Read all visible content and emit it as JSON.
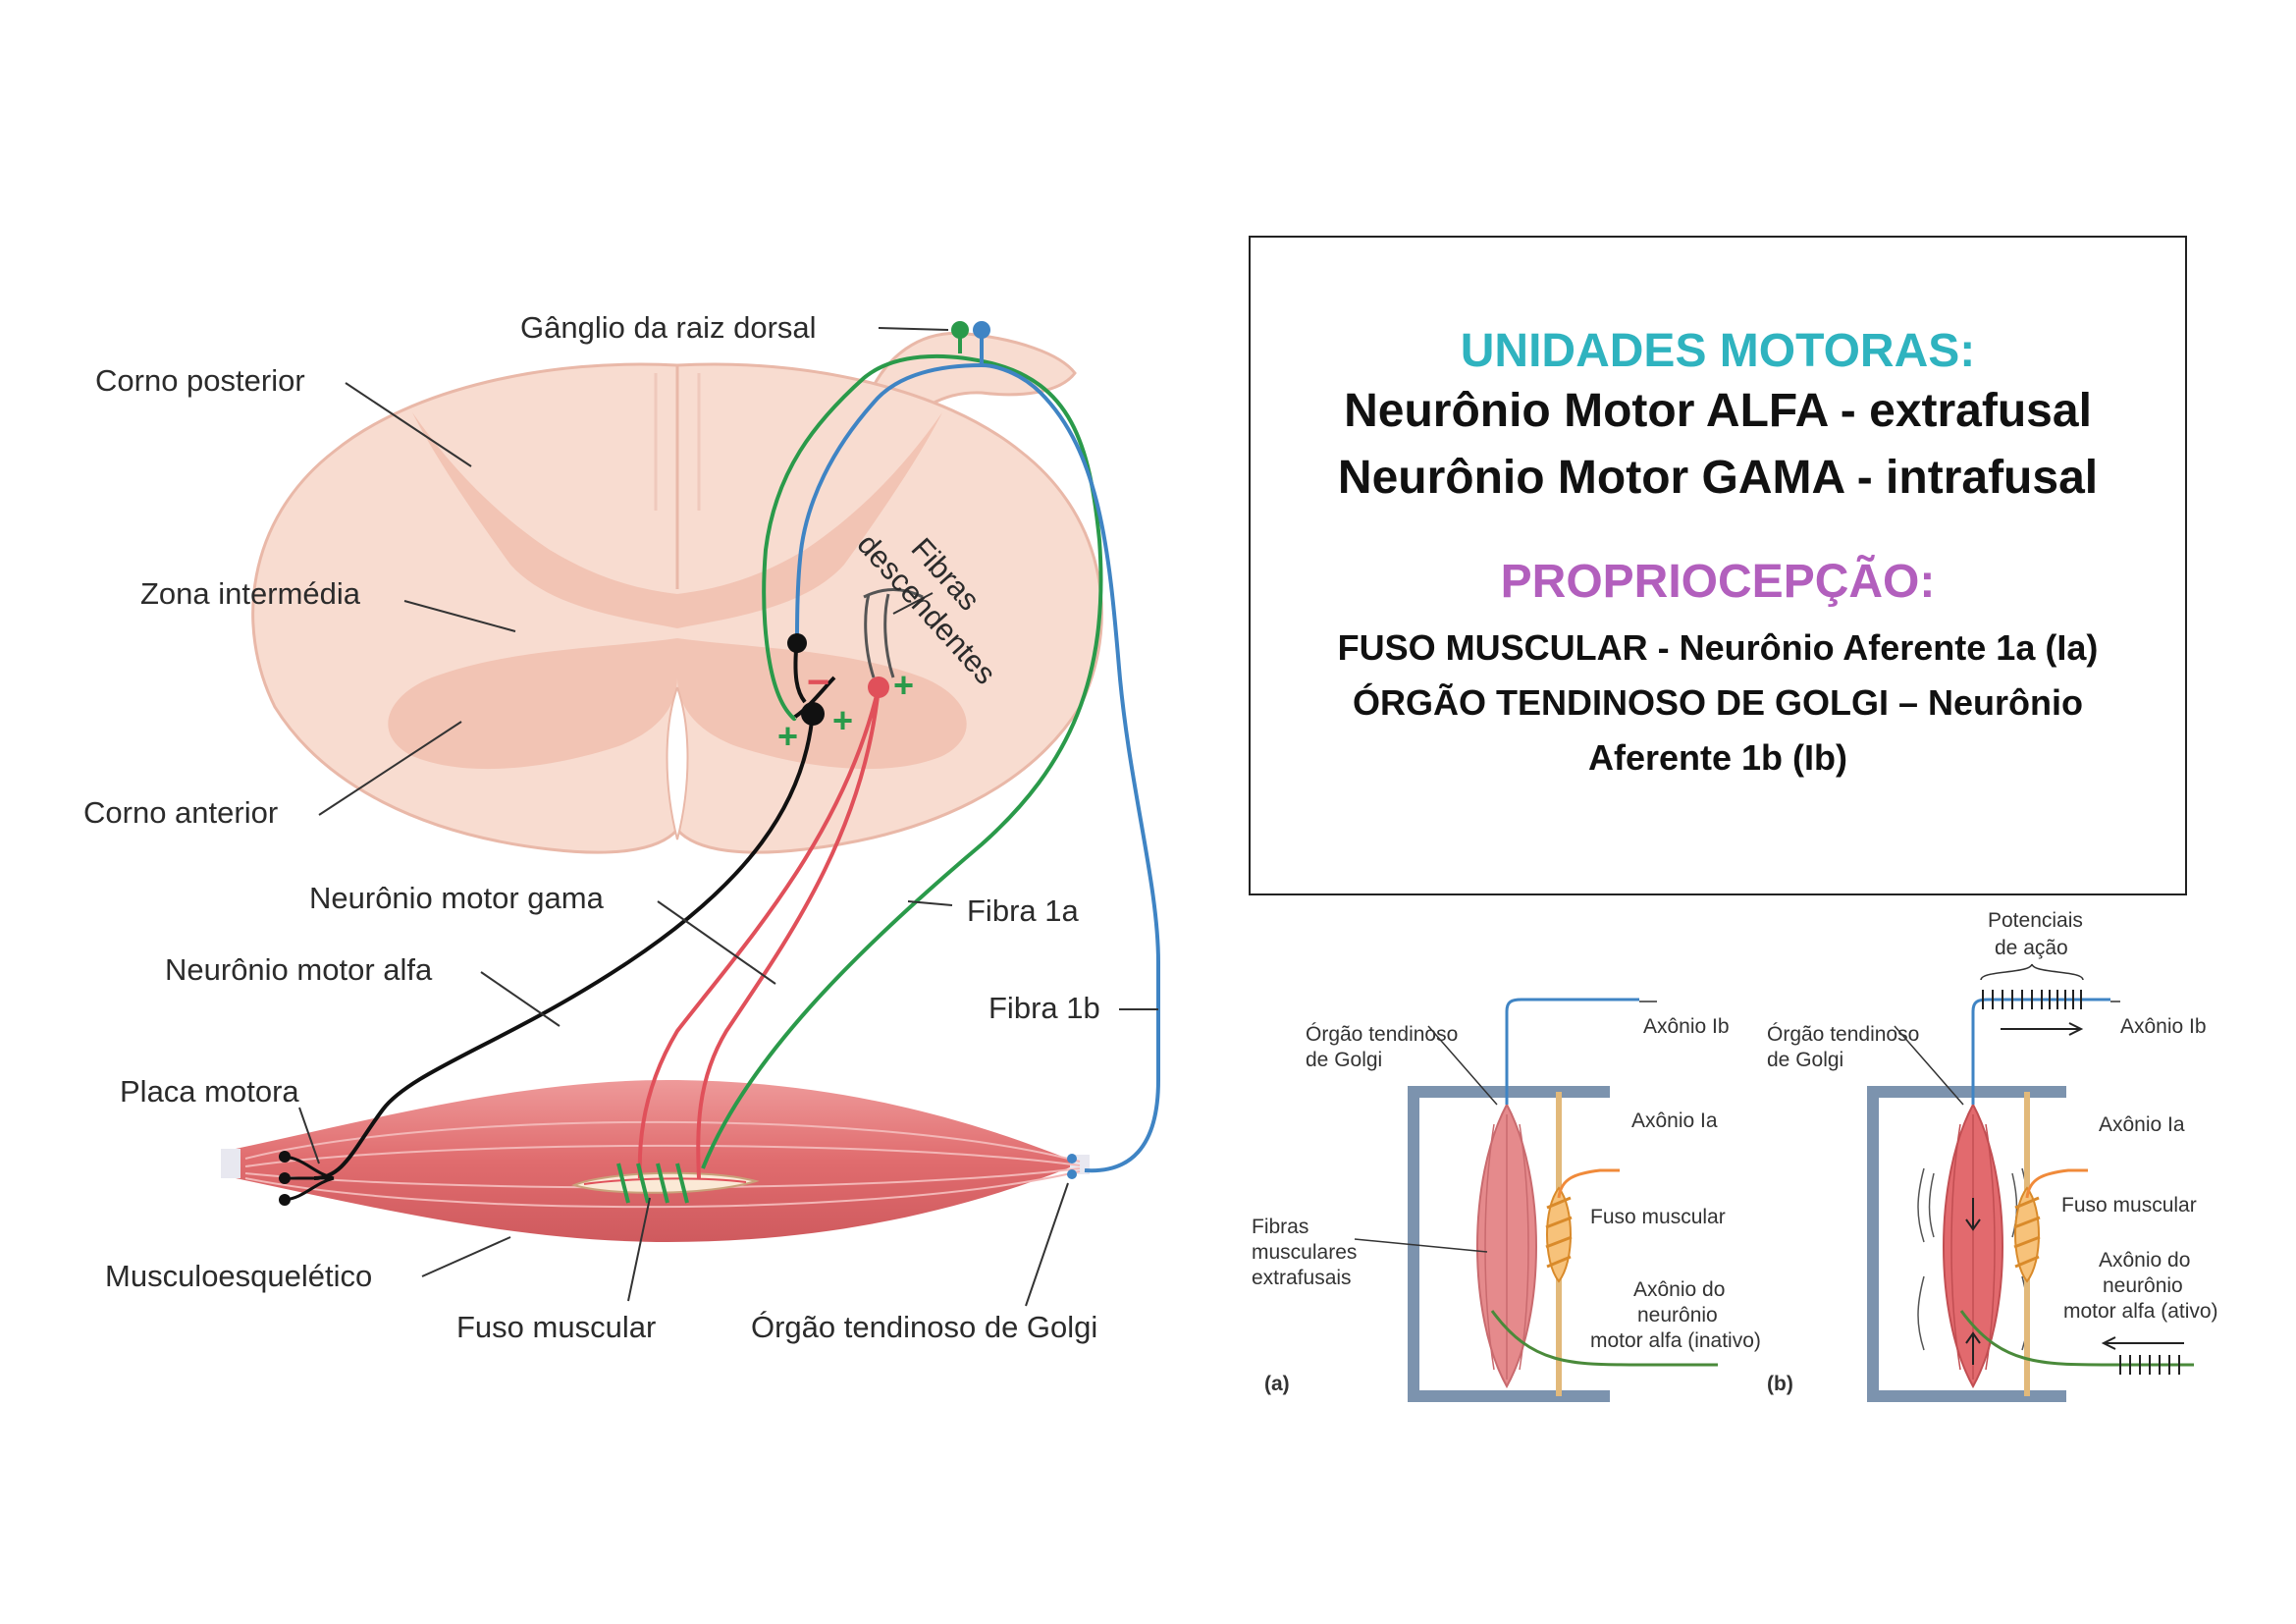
{
  "diagram_labels": {
    "ganglio": "Gânglio da raiz dorsal",
    "corno_posterior": "Corno posterior",
    "zona_intermedia": "Zona intermédia",
    "corno_anterior": "Corno anterior",
    "fibras": "Fibras",
    "descendentes": "descendentes",
    "neuronio_gama": "Neurônio motor gama",
    "neuronio_alfa": "Neurônio motor alfa",
    "placa_motora": "Placa motora",
    "musculo": "Musculoesquelético",
    "fuso": "Fuso muscular",
    "orgao": "Órgão tendinoso de Golgi",
    "fibra_1a": "Fibra 1a",
    "fibra_1b": "Fibra 1b",
    "minus": "−",
    "plus": "+"
  },
  "info_box": {
    "heading_1": "UNIDADES MOTORAS:",
    "line_1": "Neurônio Motor ALFA - extrafusal",
    "line_2": "Neurônio Motor GAMA - intrafusal",
    "heading_2": "PROPRIOCEPÇÃO:",
    "line_3": "FUSO MUSCULAR - Neurônio Aferente 1a (Ia)",
    "line_4": "ÓRGÃO TENDINOSO DE GOLGI – Neurônio",
    "line_5": "Aferente 1b (Ib)"
  },
  "panel_a": {
    "tag": "(a)",
    "orgao_l1": "Órgão tendinoso",
    "orgao_l2": "de Golgi",
    "axonio_ib": "Axônio Ib",
    "axonio_ia": "Axônio Ia",
    "fuso": "Fuso muscular",
    "fibras_l1": "Fibras",
    "fibras_l2": "musculares",
    "fibras_l3": "extrafusais",
    "alfa_l1": "Axônio do",
    "alfa_l2": "neurônio",
    "alfa_l3": "motor alfa (inativo)"
  },
  "panel_b": {
    "tag": "(b)",
    "potenciais_l1": "Potenciais",
    "potenciais_l2": "de ação",
    "orgao_l1": "Órgão tendinoso",
    "orgao_l2": "de Golgi",
    "axonio_ib": "Axônio Ib",
    "axonio_ia": "Axônio Ia",
    "fuso": "Fuso muscular",
    "alfa_l1": "Axônio do",
    "alfa_l2": "neurônio",
    "alfa_l3": "motor alfa (ativo)"
  },
  "colors": {
    "green": "#2a9a4a",
    "blue": "#3f84c4",
    "red": "#e0505a",
    "black": "#111111",
    "cord": "#f8dcd0",
    "gray_matter": "#f2c4b4",
    "muscle": "#e57e80",
    "heading_teal": "#2fb3bf",
    "heading_purple": "#b25fbd"
  }
}
